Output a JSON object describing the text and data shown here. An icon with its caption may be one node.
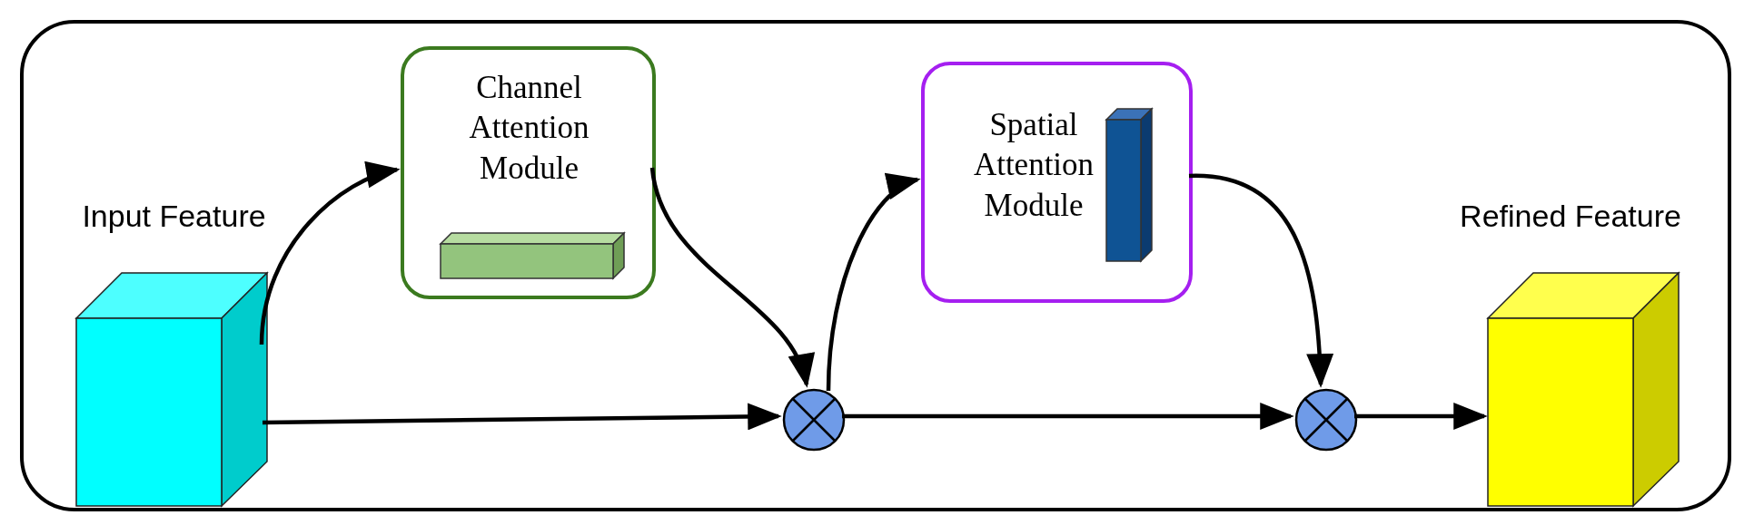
{
  "diagram": {
    "nodes": [
      {
        "text": [],
        "shape": "box"
      },
      {
        "text": [
          "Input Feature"
        ],
        "in": 0
      },
      {
        "text": [
          "Channel Attention Module"
        ],
        "in": 0
      },
      {
        "text": [],
        "shape": "circle",
        "in": 0
      },
      {
        "text": [
          "Spatial Attention Module"
        ],
        "in": 0
      },
      {
        "text": [],
        "shape": "circle",
        "in": 0
      },
      {
        "text": [
          "Refined Feature"
        ],
        "in": 0
      }
    ],
    "edges": [
      {
        "from": 1,
        "to": 2,
        "arrow": "to"
      },
      {
        "from": 2,
        "to": 3,
        "arrow": "to"
      },
      {
        "from": 1,
        "to": 3,
        "arrow": "to"
      },
      {
        "from": 3,
        "to": 4,
        "arrow": "to"
      },
      {
        "from": 4,
        "to": 5,
        "arrow": "to"
      },
      {
        "from": 3,
        "to": 5,
        "arrow": "to"
      },
      {
        "from": 5,
        "to": 6,
        "arrow": "to"
      }
    ]
  }
}
